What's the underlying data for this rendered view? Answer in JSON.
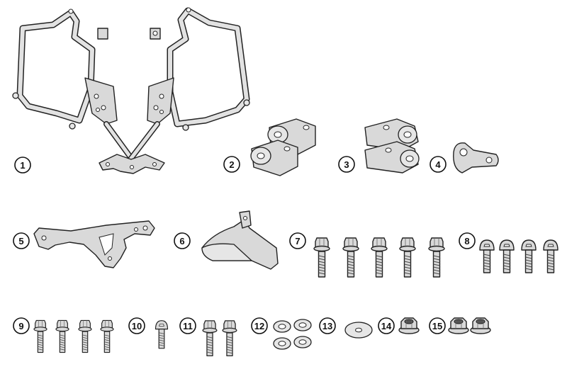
{
  "colors": {
    "part_fill": "#d9d9d9",
    "outline": "#222222",
    "background": "#ffffff"
  },
  "items": [
    {
      "number": "1"
    },
    {
      "number": "2"
    },
    {
      "number": "3"
    },
    {
      "number": "4"
    },
    {
      "number": "5"
    },
    {
      "number": "6"
    },
    {
      "number": "7"
    },
    {
      "number": "8"
    },
    {
      "number": "9"
    },
    {
      "number": "10"
    },
    {
      "number": "11"
    },
    {
      "number": "12"
    },
    {
      "number": "13"
    },
    {
      "number": "14"
    },
    {
      "number": "15"
    }
  ]
}
